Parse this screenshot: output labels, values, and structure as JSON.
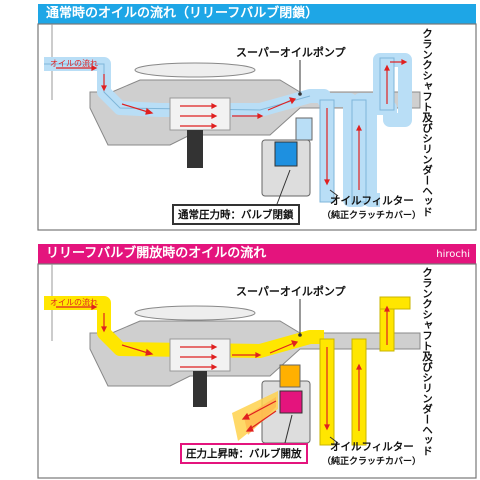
{
  "top": {
    "title": "通常時のオイルの流れ（リリーフバルブ閉鎖）",
    "pump_label": "スーパーオイルポンプ",
    "crank_label": "クランクシャフト及びシリンダーヘッド",
    "flow_label": "オイルの流れ",
    "filter_label": "オイルフィルター",
    "filter_sub": "（純正クラッチカバー）",
    "status_label": "通常圧力時：バルブ閉鎖",
    "flow_color": "#b9def6",
    "accent_color": "#1ea6e6"
  },
  "bottom": {
    "title": "リリーフバルブ開放時のオイルの流れ",
    "watermark": "hirochi",
    "pump_label": "スーパーオイルポンプ",
    "crank_label": "クランクシャフト及びシリンダーヘッド",
    "flow_label": "オイルの流れ",
    "filter_label": "オイルフィルター",
    "filter_sub": "（純正クラッチカバー）",
    "status_label": "圧力上昇時：バルブ開放",
    "flow_color": "#ffe600",
    "accent_color": "#e4147d"
  }
}
